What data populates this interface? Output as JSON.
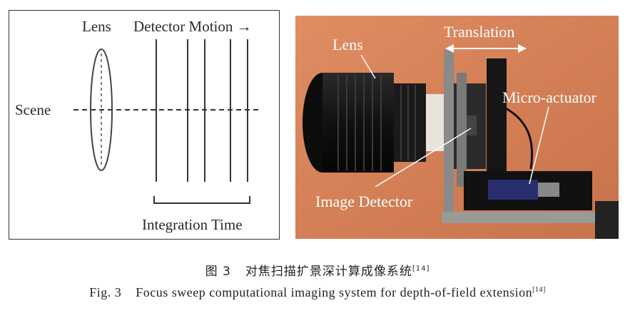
{
  "diagram": {
    "lens_label": "Lens",
    "detector_motion_label": "Detector Motion",
    "arrow_glyph": "→",
    "scene_label": "Scene",
    "integration_time_label": "Integration Time"
  },
  "photo": {
    "lens_label": "Lens",
    "translation_label": "Translation",
    "micro_actuator_label": "Micro-actuator",
    "image_detector_label": "Image Detector",
    "background_color": "#d9845c"
  },
  "caption": {
    "cn_prefix": "图 3",
    "cn_text": "对焦扫描扩景深计算成像系统",
    "en_prefix": "Fig. 3",
    "en_text": "Focus sweep computational imaging system for depth-of-field extension",
    "ref": "[14]"
  }
}
